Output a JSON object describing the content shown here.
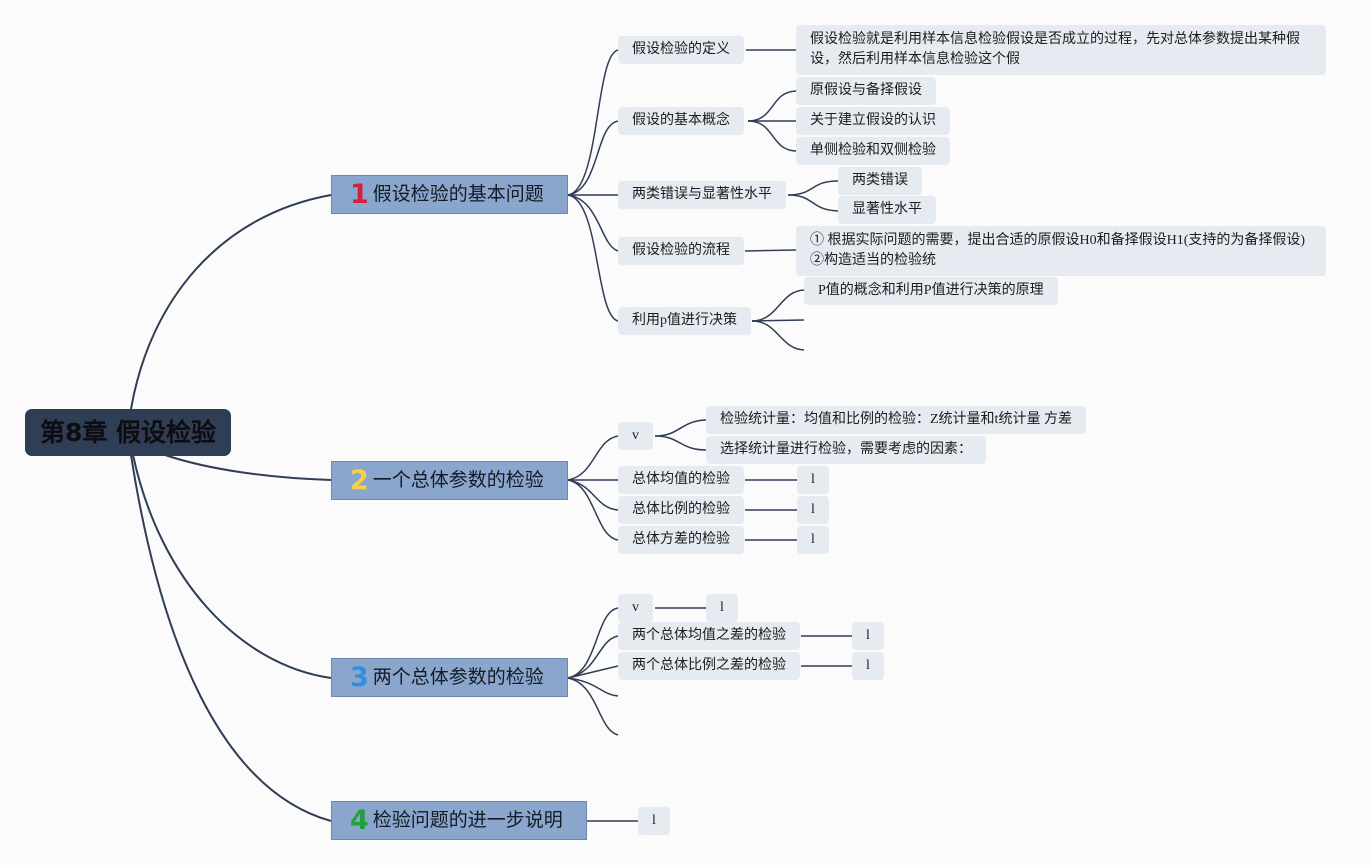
{
  "root": {
    "title": "第8章 假设检验"
  },
  "branches": [
    {
      "num": "1",
      "num_color": "#d1213d",
      "title": "假设检验的基本问题"
    },
    {
      "num": "2",
      "num_color": "#f2d24a",
      "title": "一个总体参数的检验"
    },
    {
      "num": "3",
      "num_color": "#2e8fe0",
      "title": "两个总体参数的检验"
    },
    {
      "num": "4",
      "num_color": "#23a03a",
      "title": "检验问题的进一步说明"
    }
  ],
  "b1": {
    "definition": "假设检验的定义",
    "definition_text": "假设检验就是利用样本信息检验假设是否成立的过程，先对总体参数提出某种假设，然后利用样本信息检验这个假",
    "concepts": "假设的基本概念",
    "concept_items": [
      "原假设与备择假设",
      "关于建立假设的认识",
      "单侧检验和双侧检验"
    ],
    "errors": "两类错误与显著性水平",
    "error_items": [
      "两类错误",
      "显著性水平"
    ],
    "process": "假设检验的流程",
    "process_lines": [
      "① 根据实际问题的需要，提出合适的原假设H0和备择假设H1(支持的为备择假设)",
      "②构造适当的检验统"
    ],
    "pvalue": "利用p值进行决策",
    "pvalue_item": "P值的概念和利用P值进行决策的原理"
  },
  "b2": {
    "v": "v",
    "v_items": [
      "检验统计量：均值和比例的检验：Z统计量和t统计量 方差",
      "选择统计量进行检验，需要考虑的因素："
    ],
    "mean": "总体均值的检验",
    "proportion": "总体比例的检验",
    "variance": "总体方差的检验",
    "leaf": "l"
  },
  "b3": {
    "v": "v",
    "mean_diff": "两个总体均值之差的检验",
    "prop_diff": "两个总体比例之差的检验",
    "leaf": "l"
  },
  "b4": {
    "leaf": "l"
  }
}
